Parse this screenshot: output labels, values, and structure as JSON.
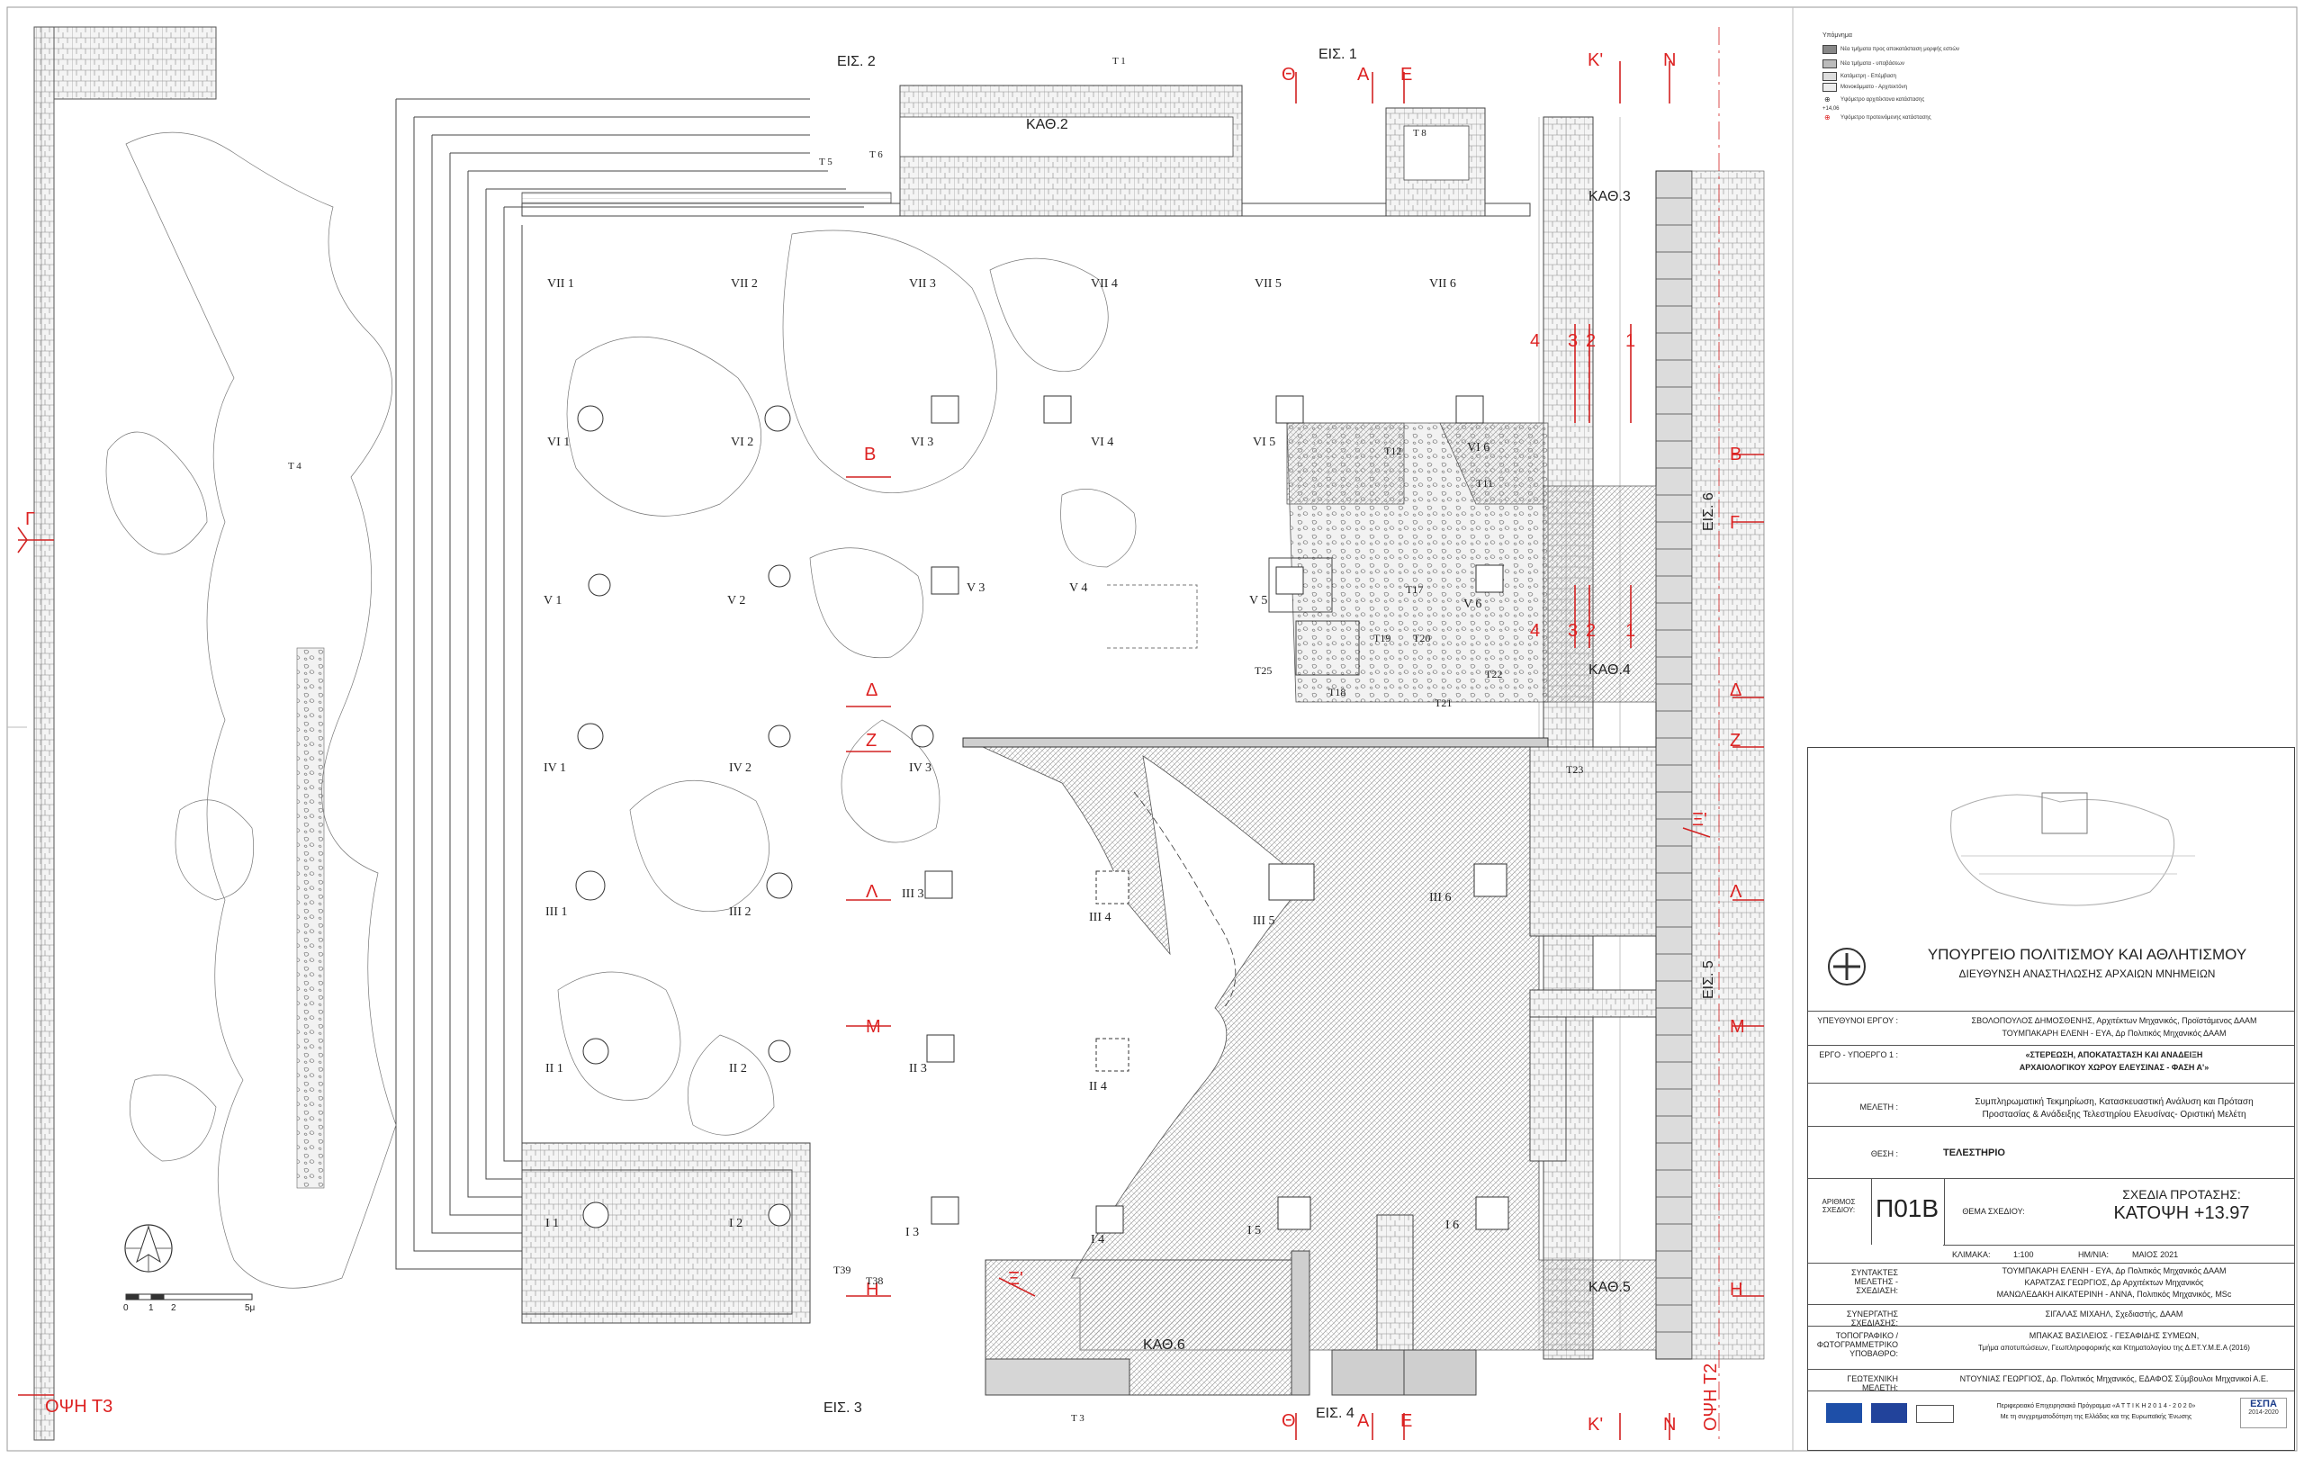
{
  "sheet": {
    "entrances": {
      "eis1": "ΕΙΣ. 1",
      "eis2": "ΕΙΣ. 2",
      "eis3": "ΕΙΣ. 3",
      "eis4": "ΕΙΣ. 4",
      "eis5": "ΕΙΣ. 5",
      "eis6": "ΕΙΣ. 6"
    },
    "rooms": {
      "kath2": "ΚΑΘ.2",
      "kath3": "ΚΑΘ.3",
      "kath4": "ΚΑΘ.4",
      "kath5": "ΚΑΘ.5",
      "kath6": "ΚΑΘ.6"
    },
    "elevations": {
      "t3": "ΟΨΗ Τ3",
      "t2": "ΟΨΗ Τ2"
    },
    "sections": {
      "theta": "Θ",
      "a": "Α",
      "e": "Ε",
      "k": "Κ'",
      "n": "Ν",
      "b": "Β",
      "g": "Γ",
      "d": "Δ",
      "z": "Ζ",
      "l": "Λ",
      "m": "Μ",
      "h": "Η",
      "x": "Ξ'"
    },
    "walls": {
      "t1": "Τ 1",
      "t3": "Τ 3",
      "t4": "Τ 4",
      "t5": "Τ 5",
      "t6": "Τ 6",
      "t8": "Τ 8",
      "t11": "Τ11",
      "t12": "Τ12",
      "t17": "Τ17",
      "t18": "Τ18",
      "t19": "Τ19",
      "t20": "Τ20",
      "t21": "Τ21",
      "t22": "Τ22",
      "t23": "Τ23",
      "t25": "Τ25",
      "t38": "Τ38",
      "t39": "Τ39"
    },
    "columns": {
      "VII1": "VII 1",
      "VII2": "VII 2",
      "VII3": "VII 3",
      "VII4": "VII 4",
      "VII5": "VII 5",
      "VII6": "VII 6",
      "VI1": "VI 1",
      "VI2": "VI 2",
      "VI3": "VI 3",
      "VI4": "VI 4",
      "VI5": "VI 5",
      "VI6": "VI 6",
      "V1": "V 1",
      "V2": "V 2",
      "V3": "V 3",
      "V4": "V 4",
      "V5": "V 5",
      "V6": "V 6",
      "IV1": "IV 1",
      "IV2": "IV 2",
      "IV3": "IV 3",
      "III1": "III 1",
      "III2": "III 2",
      "III3": "III 3",
      "III4": "III 4",
      "III5": "III 5",
      "III6": "III 6",
      "II1": "II 1",
      "II2": "II 2",
      "II3": "II 3",
      "II4": "II 4",
      "I1": "I 1",
      "I2": "I 2",
      "I3": "I 3",
      "I4": "I 4",
      "I5": "I 5",
      "I6": "I 6"
    },
    "pier_numbers": {
      "n1": "1",
      "n2": "2",
      "n3": "3",
      "n4": "4"
    },
    "scale": {
      "zero": "0",
      "one": "1",
      "two": "2",
      "five": "5μ"
    }
  },
  "legend": {
    "title": "Υπόμνημα",
    "items": [
      "Νέα τμήματα προς αποκατάσταση μορφής εστιών",
      "Νέα τμήματα - υποβάσεων",
      "Κατάμετρη - Επέμβαση",
      "Μονοκόμματο - Αρχιτεκτόνη",
      "Υψόμετρο αρχιτέκτονα κατάστασης",
      "Υψόμετρο προτεινόμενης κατάστασης"
    ],
    "sample_level": "+14,06"
  },
  "title_block": {
    "ministry": "ΥΠΟΥΡΓΕΙΟ ΠΟΛΙΤΙΣΜΟΥ ΚΑΙ ΑΘΛΗΤΙΣΜΟΥ",
    "directorate": "ΔΙΕΥΘΥΝΣΗ ΑΝΑΣΤΗΛΩΣΗΣ ΑΡΧΑΙΩΝ ΜΝΗΜΕΙΩΝ",
    "responsible_key": "ΥΠΕΥΘΥΝΟΙ ΕΡΓΟΥ :",
    "responsible_1": "ΣΒΟΛΟΠΟΥΛΟΣ ΔΗΜΟΣΘΕΝΗΣ, Αρχιτέκτων Μηχανικός, Προϊστάμενος ΔΑΑΜ",
    "responsible_2": "ΤΟΥΜΠΑΚΑΡΗ ΕΛΕΝΗ - ΕΥΑ, Δρ Πολιτικός Μηχανικός ΔΑΑΜ",
    "project_key": "ΕΡΓΟ - ΥΠΟΕΡΓΟ 1 :",
    "project_1": "«ΣΤΕΡΕΩΣΗ, ΑΠΟΚΑΤΑΣΤΑΣΗ ΚΑΙ ΑΝΑΔΕΙΞΗ",
    "project_2": "ΑΡΧΑΙΟΛΟΓΙΚΟΥ ΧΩΡΟΥ ΕΛΕΥΣΙΝΑΣ - ΦΑΣΗ Α'»",
    "study_key": "ΜΕΛΕΤΗ :",
    "study_1": "Συμπληρωματική Τεκμηρίωση, Κατασκευαστική Ανάλυση και Πρόταση",
    "study_2": "Προστασίας & Ανάδειξης Τελεστηρίου Ελευσίνας- Οριστική Μελέτη",
    "location_key": "ΘΕΣΗ :",
    "location": "ΤΕΛΕΣΤΗΡΙΟ",
    "drawing_no_key": "ΑΡΙΘΜΟΣ ΣΧΕΔΙΟΥ:",
    "drawing_no": "Π01Β",
    "subject_key": "ΘΕΜΑ ΣΧΕΔΙΟΥ:",
    "subject_1": "ΣΧΕΔΙΑ ΠΡΟΤΑΣΗΣ:",
    "subject_2": "ΚΑΤΟΨΗ +13.97",
    "scale_key": "ΚΛΙΜΑΚΑ:",
    "scale": "1:100",
    "date_key": "ΗΜ/ΝΙΑ:",
    "date": "ΜΑΙΟΣ 2021",
    "authors_key": "ΣΥΝΤΑΚΤΕΣ ΜΕΛΕΤΗΣ - ΣΧΕΔΙΑΣΗ:",
    "author_1": "ΤΟΥΜΠΑΚΑΡΗ ΕΛΕΝΗ - ΕΥΑ, Δρ Πολιτικός Μηχανικός ΔΑΑΜ",
    "author_2": "ΚΑΡΑΤΖΑΣ ΓΕΩΡΓΙΟΣ, Δρ Αρχιτέκτων Μηχανικός",
    "author_3": "ΜΑΝΩΛΕΔΑΚΗ ΑΙΚΑΤΕΡΙΝΗ - ΑΝΝΑ, Πολιτικός Μηχανικός, MSc",
    "collab_key": "ΣΥΝΕΡΓΑΤΗΣ ΣΧΕΔΙΑΣΗΣ:",
    "collab": "ΣΙΓΑΛΑΣ ΜΙΧΑΗΛ, Σχεδιαστής, ΔΑΑΜ",
    "survey_key": "ΤΟΠΟΓΡΑΦΙΚΟ / ΦΩΤΟΓΡΑΜΜΕΤΡΙΚΟ ΥΠΟΒΑΘΡΟ:",
    "survey_1": "ΜΠΑΚΑΣ ΒΑΣΙΛΕΙΟΣ - ΓΕΣΑΦΙΔΗΣ ΣΥΜΕΩΝ,",
    "survey_2": "Τμήμα αποτυπώσεων, Γεωπληροφορικής και Κτηματολογίου της Δ.ΕΤ.Υ.Μ.Ε.Α (2016)",
    "geotech_key": "ΓΕΩΤΕΧΝΙΚΗ ΜΕΛΕΤΗ:",
    "geotech": "ΝΤΟΥΝΙΑΣ ΓΕΩΡΓΙΟΣ, Δρ. Πολιτικός Μηχανικός, ΕΔΑΦΟΣ Σύμβουλοι Μηχανικοί Α.Ε.",
    "footer_1": "Περιφερειακό Επιχειρησιακό Πρόγραμμα «Α Τ Τ Ι Κ Η 2 0 1 4 - 2 0 2 0»",
    "footer_2": "Με τη συγχρηματοδότηση της Ελλάδας και της Ευρωπαϊκής Ένωσης",
    "espa": "ΕΣΠΑ",
    "espa_years": "2014-2020"
  },
  "colors": {
    "section_red": "#d22222",
    "hatch": "#999999",
    "stone": "#bbbbbb",
    "line": "#555555"
  }
}
